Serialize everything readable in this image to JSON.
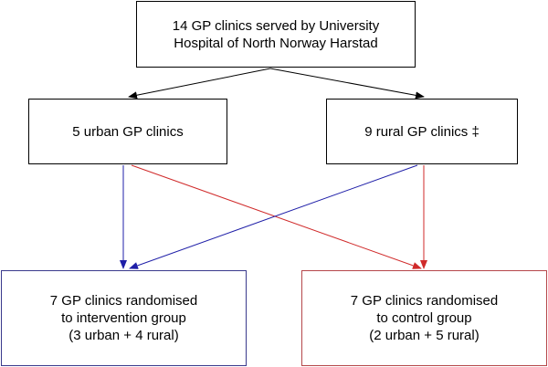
{
  "top_box": {
    "line1": "14 GP clinics served by University",
    "line2": "Hospital of North Norway Harstad"
  },
  "urban_box": {
    "label": "5 urban GP clinics"
  },
  "rural_box": {
    "label": "9 rural GP clinics ‡"
  },
  "intervention_box": {
    "line1": "7 GP clinics randomised",
    "line2": "to intervention group",
    "line3": "(3 urban + 4 rural)"
  },
  "control_box": {
    "line1": "7 GP clinics randomised",
    "line2": "to control group",
    "line3": "(2 urban + 5 rural)"
  },
  "colors": {
    "intervention_arrows": "#1f1fa8",
    "control_arrows": "#d02a2a",
    "top_arrows": "#000000",
    "intervention_border": "#3a3a8c",
    "control_border": "#b5474a"
  }
}
